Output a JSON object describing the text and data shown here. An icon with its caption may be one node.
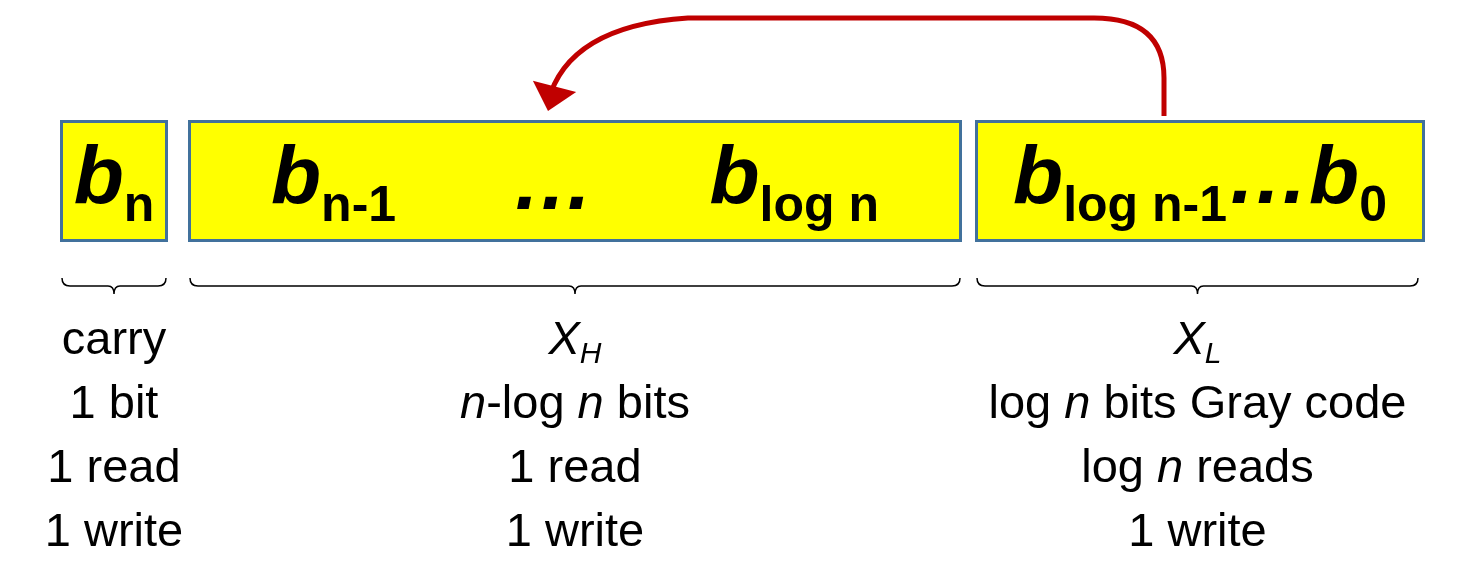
{
  "diagram": {
    "nodes": [
      {
        "text": [
          "b$_{n}$"
        ]
      },
      {
        "text": [
          "b$_{n-1}$",
          "…",
          "b$_{log n}$"
        ]
      },
      {
        "text": [
          "b$_{log n-1}$…b$_{0}$"
        ]
      }
    ],
    "edges": [
      {
        "from": 2,
        "to": 1,
        "arrow": "to",
        "color": "#c00000"
      }
    ],
    "labels": [
      "carry",
      "1 bit",
      "1 read",
      "1 write",
      "X$_{H}$",
      "*n*-log *n* bits",
      "1 read",
      "1 write",
      "X$_{L}$",
      "log *n* bits Gray code",
      "log *n* reads",
      "1 write"
    ]
  }
}
